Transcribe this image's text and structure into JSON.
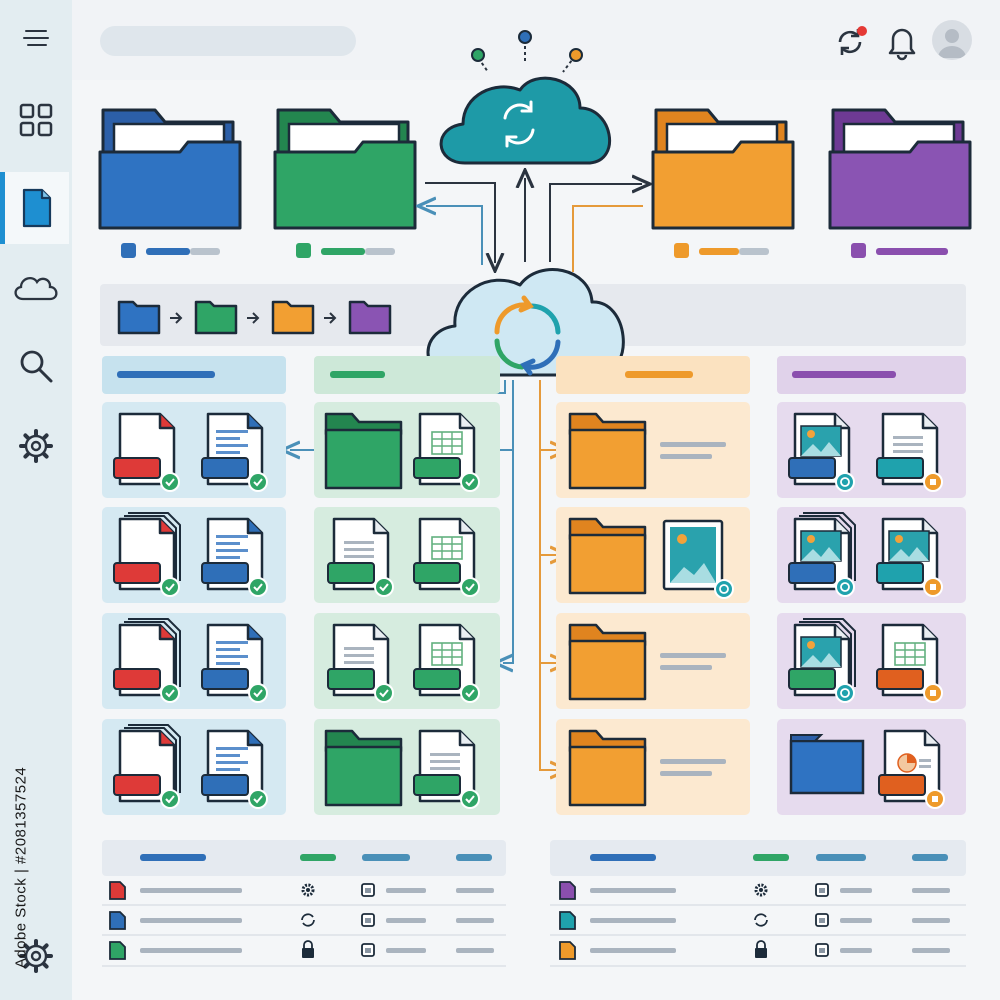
{
  "search": {
    "value": "",
    "placeholder": ""
  },
  "watermark": {
    "text": "Adobe Stock | #2081357524"
  },
  "colors": {
    "blue": "#2f6fb8",
    "green": "#2fa566",
    "orange": "#ee9a2b",
    "purple": "#8a4fae",
    "teal": "#1fa2ad",
    "red": "#de3a38",
    "notification": "#e53935"
  },
  "sidebar": {
    "items": [
      {
        "icon": "menu-icon"
      },
      {
        "icon": "grid-icon"
      },
      {
        "icon": "file-icon",
        "active": true
      },
      {
        "icon": "cloud-icon"
      },
      {
        "icon": "search-icon"
      },
      {
        "icon": "gear-icon"
      },
      {
        "icon": "settings-gear-icon"
      }
    ]
  },
  "topbar": {
    "icons": [
      "sync-icon",
      "bell-icon",
      "user-avatar-icon"
    ]
  },
  "folders": [
    {
      "color": "blue"
    },
    {
      "color": "green"
    },
    {
      "color": "orange"
    },
    {
      "color": "purple"
    }
  ],
  "columns": [
    {
      "color": "blue",
      "rows": [
        "docs",
        "docs",
        "docs",
        "docs"
      ]
    },
    {
      "color": "green",
      "rows": [
        "folder-sheet",
        "doc-sheet",
        "doc-sheet",
        "folder-doc"
      ]
    },
    {
      "color": "orange",
      "rows": [
        "folder",
        "folder-image",
        "folder",
        "folder"
      ]
    },
    {
      "color": "purple",
      "rows": [
        "image-doc",
        "image-image",
        "image-sheet",
        "folder-chart"
      ]
    }
  ],
  "tables": [
    {
      "rows": [
        {
          "file": "red"
        },
        {
          "file": "blue"
        },
        {
          "file": "green"
        }
      ]
    },
    {
      "rows": [
        {
          "file": "purple"
        },
        {
          "file": "teal"
        },
        {
          "file": "orange"
        }
      ]
    }
  ]
}
